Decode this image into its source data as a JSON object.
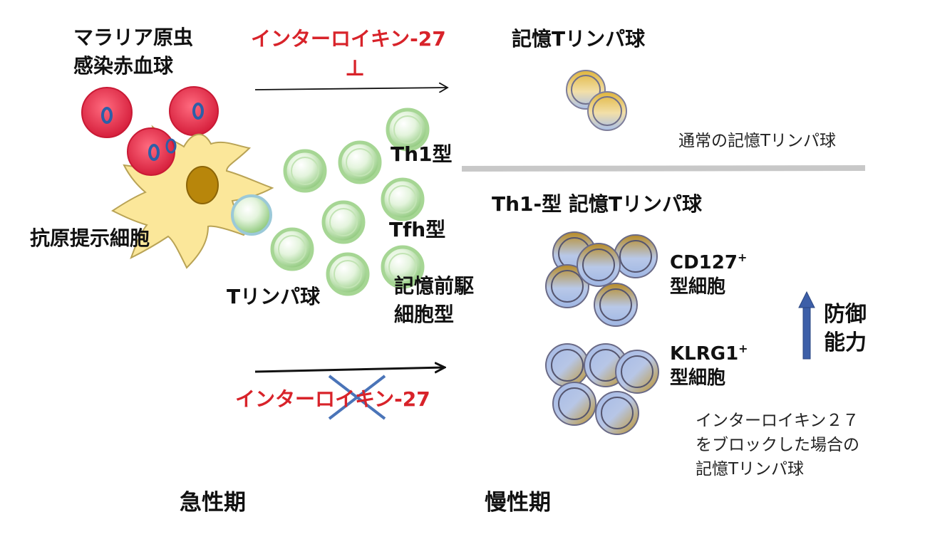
{
  "labels": {
    "infected_rbc_line1": "マラリア原虫",
    "infected_rbc_line2": "感染赤血球",
    "il27_top": "インターロイキン-27",
    "inhibit_symbol": "⊥",
    "memory_t_top": "記憶Tリンパ球",
    "normal_memory_t": "通常の記憶Tリンパ球",
    "th1": "Th1型",
    "tfh": "Tfh型",
    "memory_precursor_line1": "記憶前駆",
    "memory_precursor_line2": "細胞型",
    "antigen_presenting_cell": "抗原提示細胞",
    "t_lymphocyte": "Tリンパ球",
    "th1_memory_t": "Th1-型 記憶Tリンパ球",
    "cd127_name": "CD127",
    "cd127_sup": "+",
    "cd127_type": "型細胞",
    "klrg1_name": "KLRG1",
    "klrg1_sup": "+",
    "klrg1_type": "型細胞",
    "protective_line1": "防御",
    "protective_line2": "能力",
    "il27_bottom": "インターロイキン-27",
    "blocked_line1": "インターロイキン２７",
    "blocked_line2": "をブロックした場合の",
    "blocked_line3": "記憶Tリンパ球",
    "acute_phase": "急性期",
    "chronic_phase": "慢性期"
  },
  "colors": {
    "red_label": "#d8232a",
    "rbc": "#e8304a",
    "nucleus_blue": "#2c5fa8",
    "apc_body": "#fbe79a",
    "apc_nucleus": "#b8860b",
    "t_cell_green": "#9fd48f",
    "memory_gold": "#c9a23a",
    "memory_blue": "#a9bfe6",
    "divider_gray": "#c8c8c8",
    "cross_blue": "#4a74b8",
    "up_arrow_blue": "#3d5fa8"
  }
}
